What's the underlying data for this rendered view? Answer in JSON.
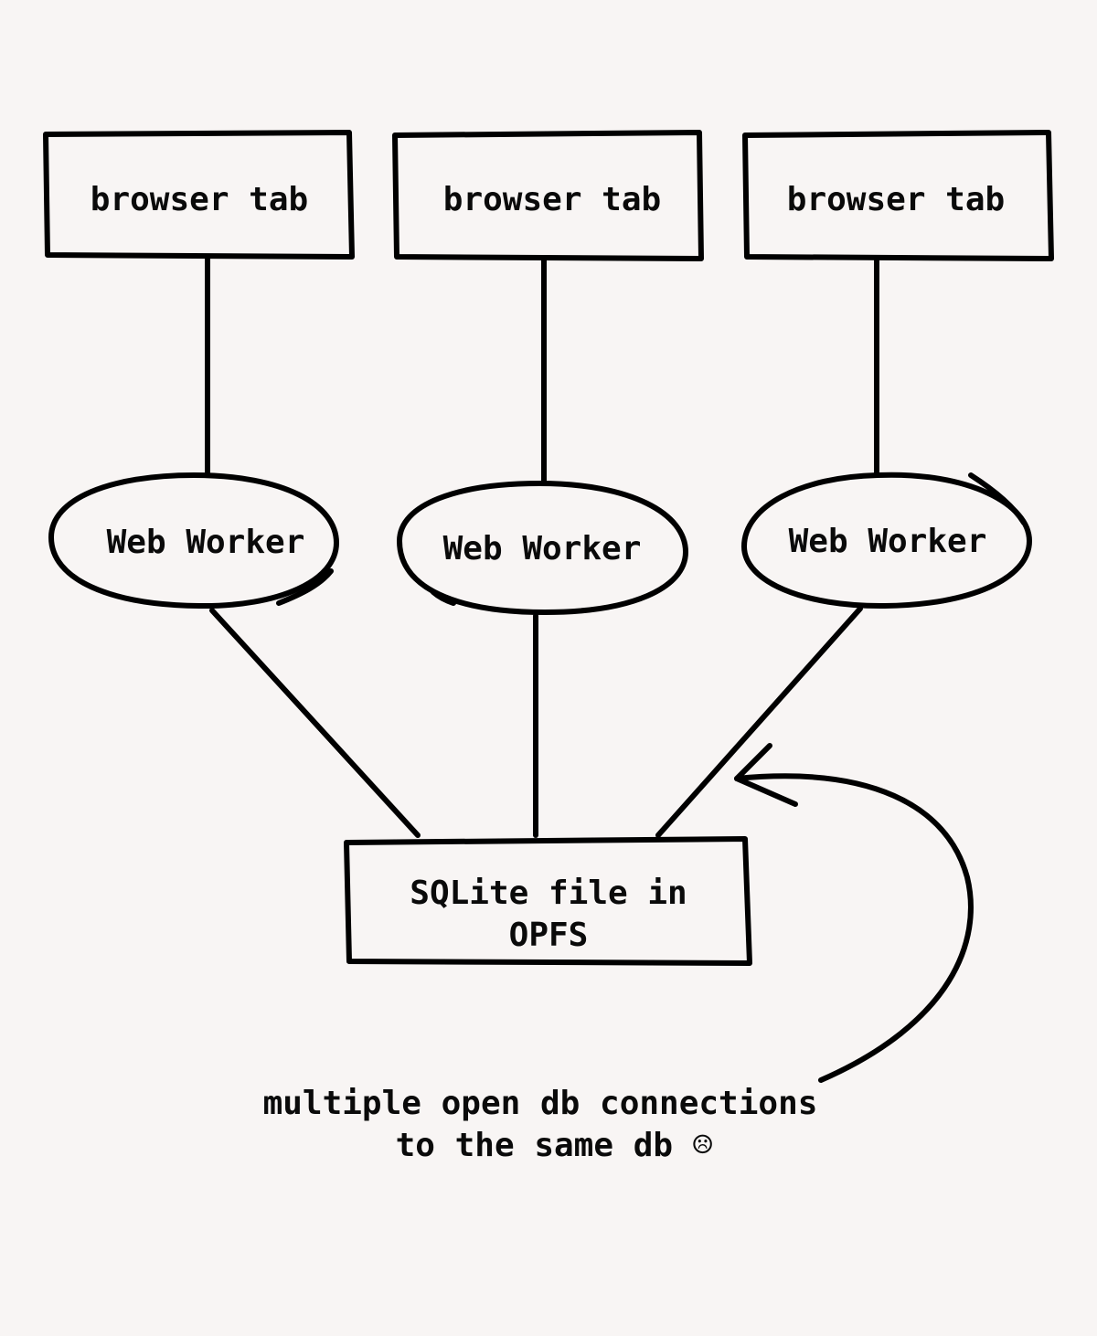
{
  "nodes": {
    "tab_1": {
      "label": "browser tab"
    },
    "tab_2": {
      "label": "browser tab"
    },
    "tab_3": {
      "label": "browser tab"
    },
    "worker_1": {
      "label": "Web Worker"
    },
    "worker_2": {
      "label": "Web Worker"
    },
    "worker_3": {
      "label": "Web Worker"
    },
    "sqlite_file": {
      "line_1": "SQLite file in",
      "line_2": "OPFS"
    }
  },
  "edges": [
    {
      "from": "tab_1",
      "to": "worker_1"
    },
    {
      "from": "tab_2",
      "to": "worker_2"
    },
    {
      "from": "tab_3",
      "to": "worker_3"
    },
    {
      "from": "worker_1",
      "to": "sqlite_file"
    },
    {
      "from": "worker_2",
      "to": "sqlite_file"
    },
    {
      "from": "worker_3",
      "to": "sqlite_file"
    }
  ],
  "annotation": {
    "line_1": "multiple open db connections",
    "line_2": "to the same db ☹",
    "points_to": "worker_3 to sqlite_file connection",
    "icon": "sad-face-icon"
  },
  "colors": {
    "background": "#f8f5f4",
    "ink": "#000000"
  }
}
